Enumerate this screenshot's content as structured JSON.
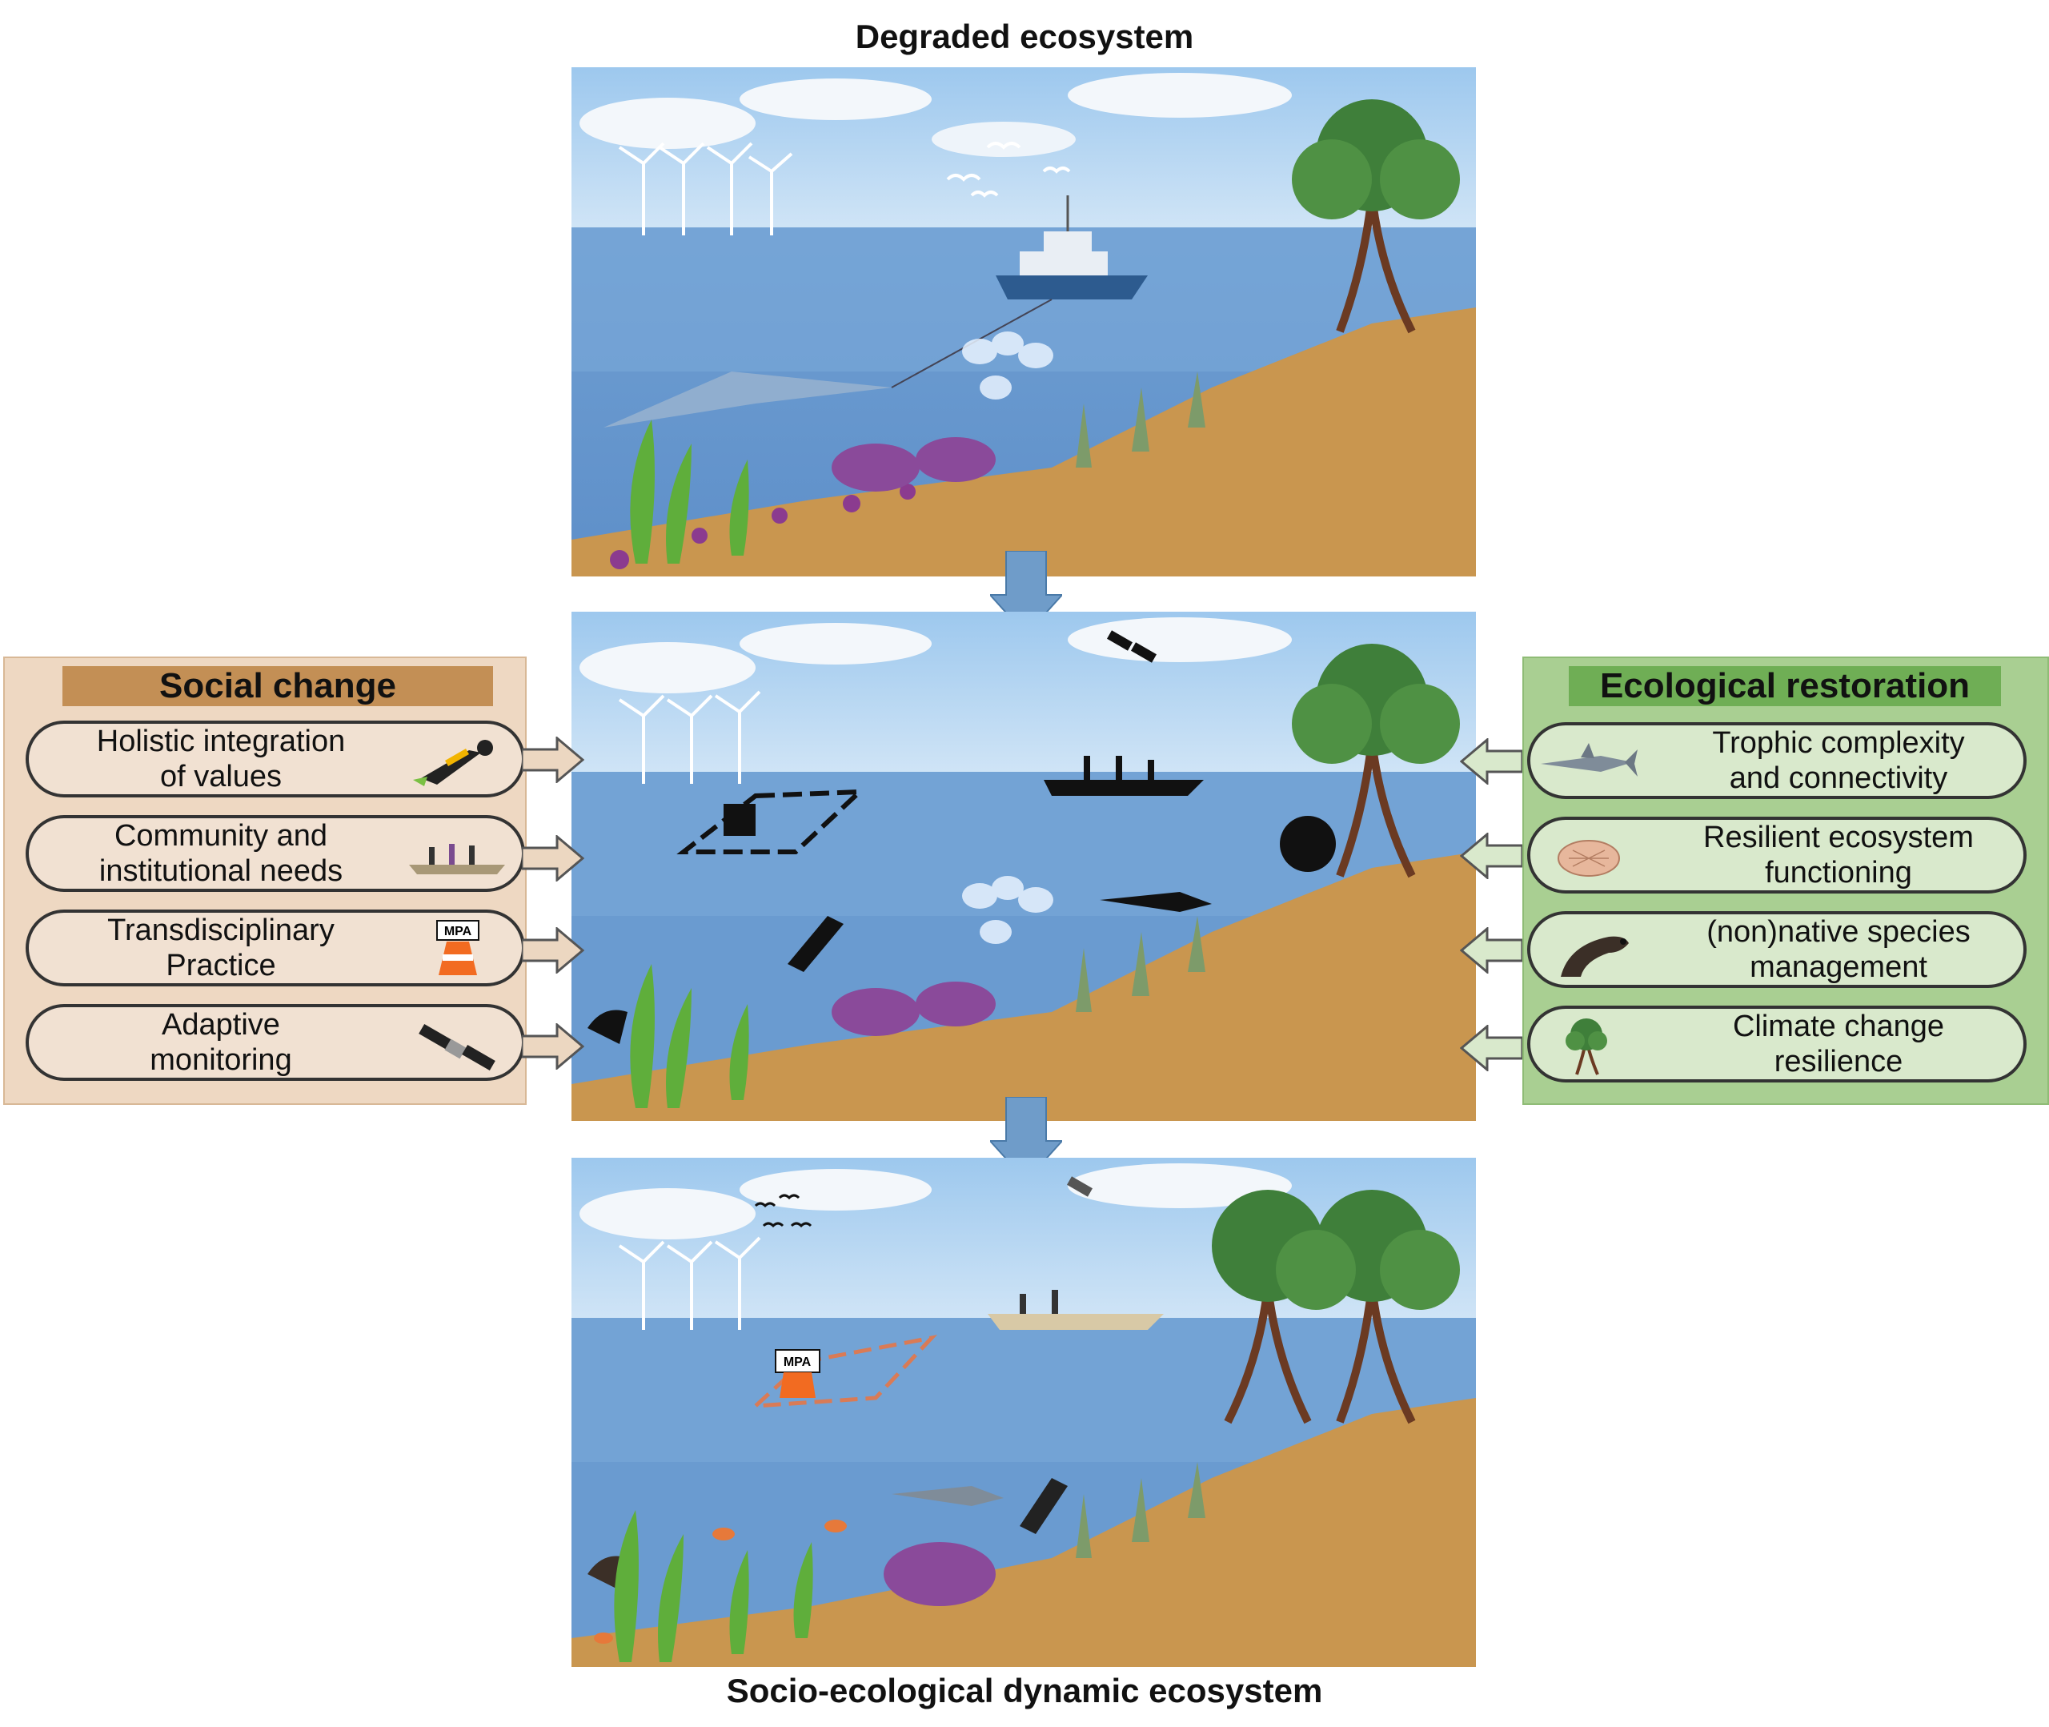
{
  "titles": {
    "top": "Degraded ecosystem",
    "bottom": "Socio-ecological dynamic ecosystem"
  },
  "social_change": {
    "header": "Social change",
    "items": [
      {
        "label_line1": "Holistic integration",
        "label_line2": "of values",
        "icon": "diver-icon"
      },
      {
        "label_line1": "Community and",
        "label_line2": "institutional needs",
        "icon": "fishing-boat-icon"
      },
      {
        "label_line1": "Transdisciplinary",
        "label_line2": "Practice",
        "icon": "mpa-buoy-icon",
        "icon_text": "MPA"
      },
      {
        "label_line1": "Adaptive",
        "label_line2": "monitoring",
        "icon": "satellite-icon"
      }
    ]
  },
  "ecological_restoration": {
    "header": "Ecological restoration",
    "items": [
      {
        "label_line1": "Trophic complexity",
        "label_line2": "and connectivity",
        "icon": "shark-icon"
      },
      {
        "label_line1": "Resilient ecosystem",
        "label_line2": "functioning",
        "icon": "shell-icon"
      },
      {
        "label_line1": "(non)native species",
        "label_line2": "management",
        "icon": "otter-icon"
      },
      {
        "label_line1": "Climate change",
        "label_line2": "resilience",
        "icon": "mangrove-icon"
      }
    ]
  },
  "scene_labels": {
    "mpa": "MPA"
  },
  "colors": {
    "social_panel": "#eed8c2",
    "social_header": "#c38f55",
    "eco_panel": "#a9cf92",
    "eco_header": "#6fae55",
    "arrow": "#6f9cc9"
  }
}
